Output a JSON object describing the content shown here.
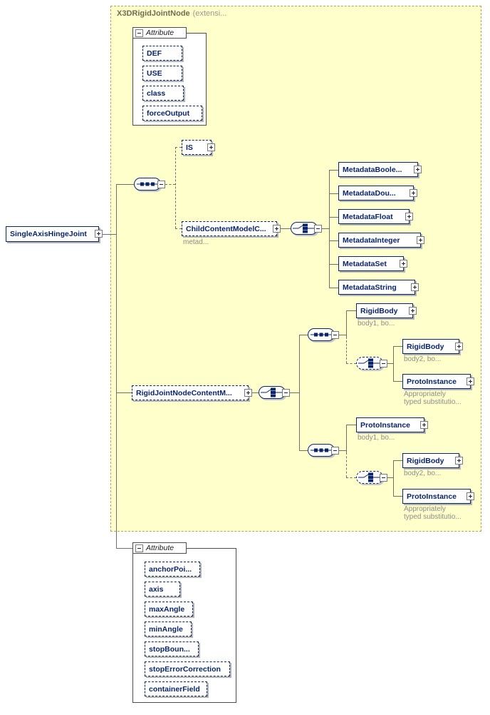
{
  "frame": {
    "title": "X3DRigidJointNode",
    "suffix": "(extensi..."
  },
  "root": {
    "label": "SingleAxisHingeJoint"
  },
  "attribute_groups": {
    "inherited": {
      "title": "Attribute",
      "items": [
        "DEF",
        "USE",
        "class",
        "forceOutput"
      ]
    },
    "own": {
      "title": "Attribute",
      "items": [
        "anchorPoi...",
        "axis",
        "maxAngle",
        "minAngle",
        "stopBoun...",
        "stopErrorCorrection",
        "containerField"
      ]
    }
  },
  "elements": {
    "is": {
      "label": "IS"
    },
    "child_content_model": {
      "label": "ChildContentModelC...",
      "note": "metad..."
    },
    "metadata": [
      "MetadataBoole...",
      "MetadataDou...",
      "MetadataFloat",
      "MetadataInteger",
      "MetadataSet",
      "MetadataString"
    ],
    "rigid_joint_content": {
      "label": "RigidJointNodeContentM..."
    },
    "branch1": {
      "rigid_body": {
        "label": "RigidBody",
        "note": "body1, bo..."
      },
      "alt_rigid_body": {
        "label": "RigidBody",
        "note": "body2, bo..."
      },
      "alt_proto_instance": {
        "label": "ProtoInstance",
        "note1": "Appropriately",
        "note2": "typed substitutio..."
      }
    },
    "branch2": {
      "proto_instance": {
        "label": "ProtoInstance",
        "note": "body1, bo..."
      },
      "alt_rigid_body": {
        "label": "RigidBody",
        "note": "body2, bo..."
      },
      "alt_proto_instance": {
        "label": "ProtoInstance",
        "note1": "Appropriately",
        "note2": "typed substitutio..."
      }
    }
  },
  "icons": {
    "sequence": "sequence-icon",
    "choice": "choice-icon",
    "expand": "plus-icon",
    "collapse": "minus-icon"
  }
}
